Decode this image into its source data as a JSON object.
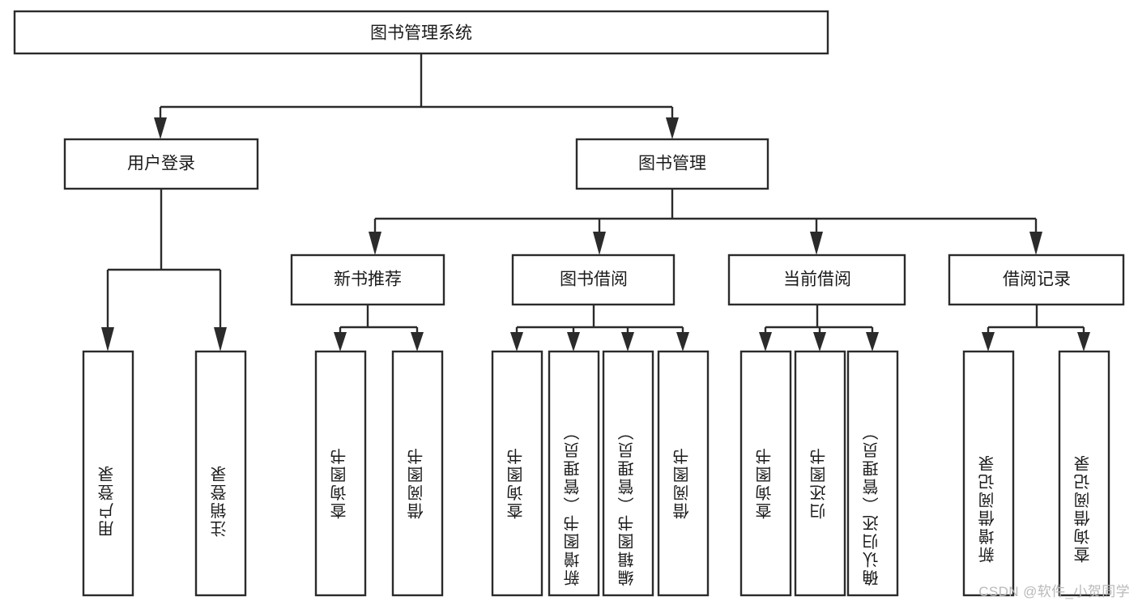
{
  "diagram": {
    "title": "图书管理系统",
    "type": "hierarchy-tree",
    "orientation": "top-down",
    "watermark": "CSDN @软件_小贺同学",
    "levels": 4,
    "root": {
      "label": "图书管理系统",
      "children": [
        {
          "label": "用户登录",
          "children": [
            {
              "label": "用户登录",
              "vertical": true
            },
            {
              "label": "注销登录",
              "vertical": true
            }
          ]
        },
        {
          "label": "图书管理",
          "children": [
            {
              "label": "新书推荐",
              "children": [
                {
                  "label": "查询图书",
                  "vertical": true
                },
                {
                  "label": "借阅图书",
                  "vertical": true
                }
              ]
            },
            {
              "label": "图书借阅",
              "children": [
                {
                  "label": "查询图书",
                  "vertical": true
                },
                {
                  "label": "新增图书（管理员）",
                  "vertical": true
                },
                {
                  "label": "编辑图书（管理员）",
                  "vertical": true
                },
                {
                  "label": "借阅图书",
                  "vertical": true
                }
              ]
            },
            {
              "label": "当前借阅",
              "children": [
                {
                  "label": "查询图书",
                  "vertical": true
                },
                {
                  "label": "归还图书",
                  "vertical": true
                },
                {
                  "label": "确认归还（管理员）",
                  "vertical": true
                }
              ]
            },
            {
              "label": "借阅记录",
              "children": [
                {
                  "label": "新增借阅记录",
                  "vertical": true
                },
                {
                  "label": "查询借阅记录",
                  "vertical": true
                }
              ]
            }
          ]
        }
      ]
    },
    "nodes": {
      "root": "图书管理系统",
      "user_login": "用户登录",
      "book_manage": "图书管理",
      "new_book_rec": "新书推荐",
      "book_borrow": "图书借阅",
      "current_borrow": "当前借阅",
      "borrow_record": "借阅记录",
      "leaf_user_login": "用户登录",
      "leaf_logout": "注销登录",
      "leaf_query_book_1": "查询图书",
      "leaf_borrow_book_1": "借阅图书",
      "leaf_query_book_2": "查询图书",
      "leaf_add_book": "新增图书（管理员）",
      "leaf_edit_book": "编辑图书（管理员）",
      "leaf_borrow_book_2": "借阅图书",
      "leaf_query_book_3": "查询图书",
      "leaf_return_book": "归还图书",
      "leaf_confirm_return": "确认归还（管理员）",
      "leaf_add_record": "新增借阅记录",
      "leaf_query_record": "查询借阅记录"
    },
    "colors": {
      "stroke": "#2b2b2b",
      "fill": "#ffffff",
      "text": "#1b1b1b",
      "watermark": "#b9b9b9",
      "background": "#ffffff"
    }
  }
}
